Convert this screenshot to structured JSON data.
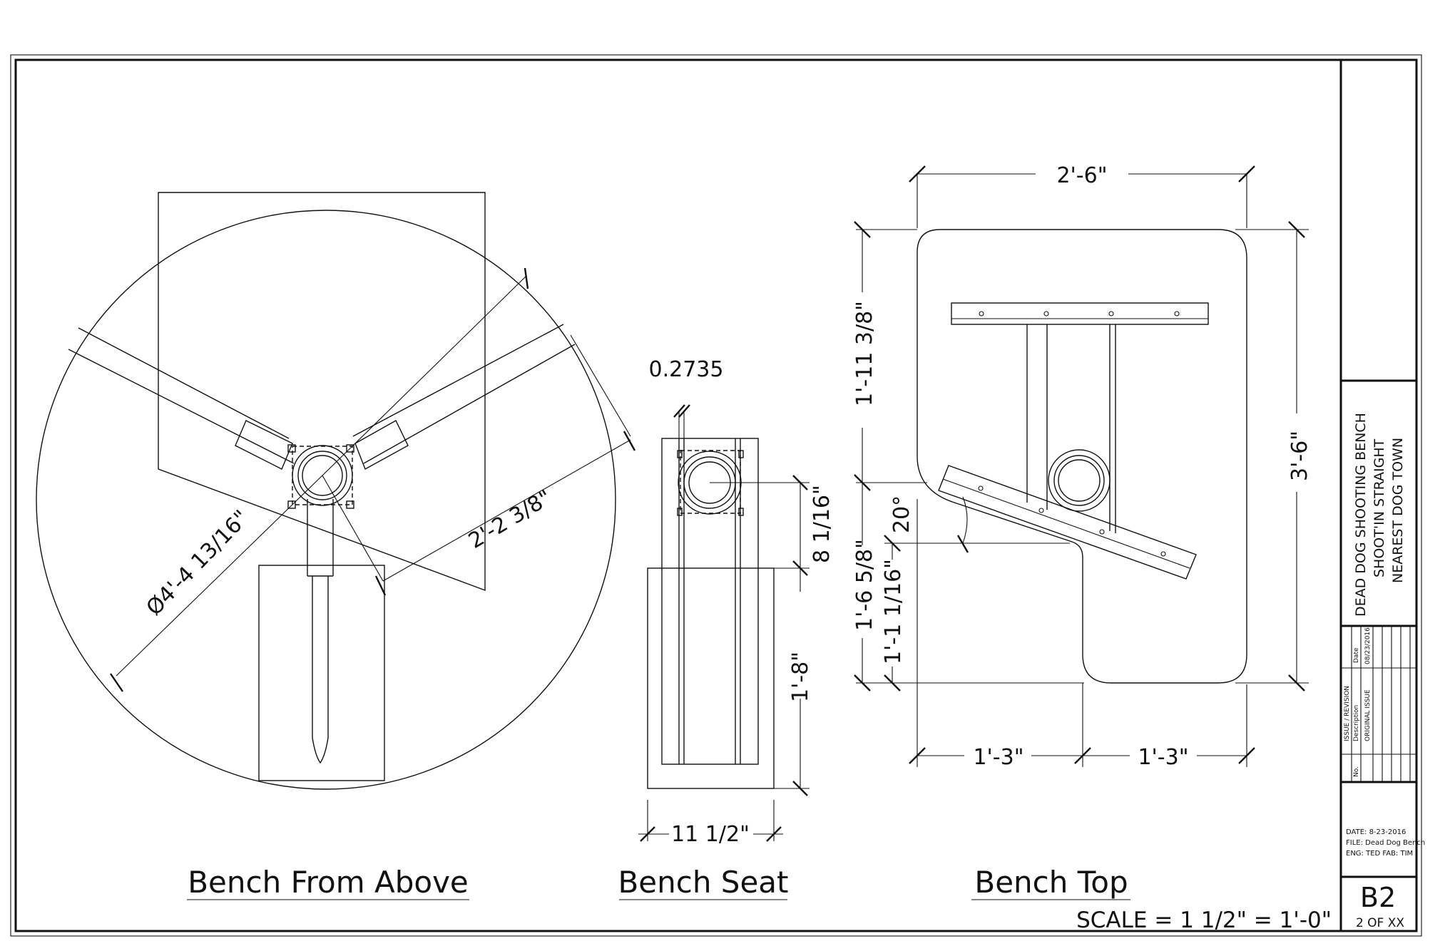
{
  "views": {
    "above": {
      "title": "Bench From Above",
      "dim_diameter": "Ø4'-4 13/16\"",
      "dim_radius": "2'-2 3/8\""
    },
    "seat": {
      "title": "Bench Seat",
      "dim_top": "0.2735",
      "dim_right_upper": "8 1/16\"",
      "dim_right_lower": "1'-8\"",
      "dim_bottom": "11 1/2\""
    },
    "top": {
      "title": "Bench Top",
      "dim_width": "2'-6\"",
      "dim_upper_left": "1'-11 3/8\"",
      "dim_angle": "20°",
      "dim_mid_left_a": "1'-6 5/8\"",
      "dim_mid_left_b": "1'-1 1/16\"",
      "dim_height": "3'-6\"",
      "dim_bottom_left": "1'-3\"",
      "dim_bottom_right": "1'-3\""
    }
  },
  "scale": "SCALE = 1 1/2\" = 1'-0\"",
  "title_block": {
    "project_lines": [
      "DEAD DOG SHOOTING BENCH",
      "SHOOT'IN STRAIGHT",
      "NEAREST DOG TOWN"
    ],
    "revision_header": "ISSUE / REVISION",
    "col_no": "No.",
    "col_description": "Description",
    "col_date": "Date",
    "rev_description": "ORIGINAL ISSUE",
    "rev_date": "08/23/2016",
    "info_date": "DATE: 8-23-2016",
    "info_file": "FILE: Dead Dog Bench",
    "info_eng": "ENG: TED   FAB: TIM",
    "sheet_number": "B2",
    "sheet_of": "2 OF XX"
  }
}
